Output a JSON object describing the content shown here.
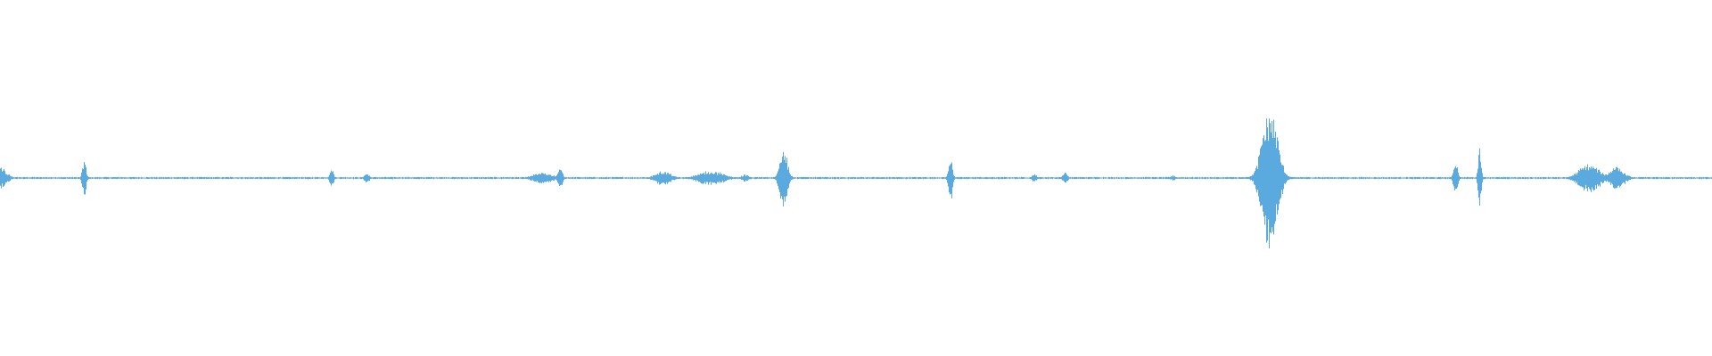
{
  "waveform": {
    "color": "#5aaadf",
    "background": "#ffffff",
    "baseline_amplitude": 0.006,
    "events": [
      {
        "t": 0.0,
        "amp": 0.06,
        "width": 0.005
      },
      {
        "t": 0.049,
        "amp": 0.1,
        "width": 0.0015
      },
      {
        "t": 0.1935,
        "amp": 0.05,
        "width": 0.0015
      },
      {
        "t": 0.214,
        "amp": 0.03,
        "width": 0.002
      },
      {
        "t": 0.317,
        "amp": 0.03,
        "width": 0.008
      },
      {
        "t": 0.327,
        "amp": 0.05,
        "width": 0.002
      },
      {
        "t": 0.387,
        "amp": 0.04,
        "width": 0.006
      },
      {
        "t": 0.415,
        "amp": 0.04,
        "width": 0.01
      },
      {
        "t": 0.435,
        "amp": 0.02,
        "width": 0.003
      },
      {
        "t": 0.4575,
        "amp": 0.16,
        "width": 0.003
      },
      {
        "t": 0.555,
        "amp": 0.13,
        "width": 0.0015
      },
      {
        "t": 0.604,
        "amp": 0.02,
        "width": 0.002
      },
      {
        "t": 0.622,
        "amp": 0.03,
        "width": 0.002
      },
      {
        "t": 0.685,
        "amp": 0.015,
        "width": 0.002
      },
      {
        "t": 0.7415,
        "amp": 0.4,
        "width": 0.006
      },
      {
        "t": 0.85,
        "amp": 0.1,
        "width": 0.0015
      },
      {
        "t": 0.864,
        "amp": 0.17,
        "width": 0.0012
      },
      {
        "t": 0.928,
        "amp": 0.08,
        "width": 0.008
      },
      {
        "t": 0.944,
        "amp": 0.06,
        "width": 0.006
      }
    ]
  }
}
